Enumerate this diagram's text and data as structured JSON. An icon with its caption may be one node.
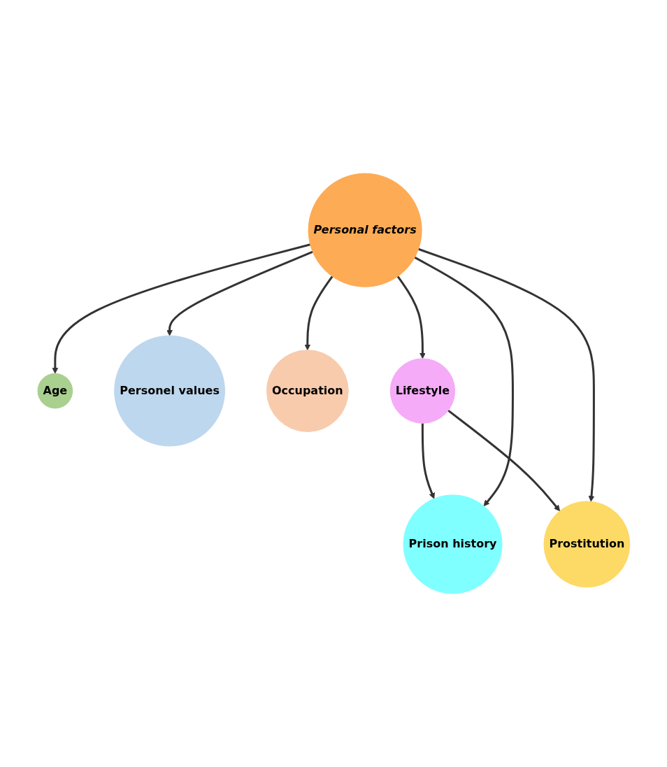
{
  "diagram": {
    "nodes": [
      {
        "text": [
          "Lifestyle"
        ]
      },
      {
        "text": [
          "Prison history"
        ]
      },
      {
        "text": [
          "Prostitution"
        ]
      },
      {
        "text": [
          "Personal factors"
        ]
      },
      {
        "text": [
          "Age"
        ]
      },
      {
        "text": [
          "Occupation"
        ]
      },
      {
        "text": [
          "Personel values"
        ]
      }
    ],
    "edges": [
      {
        "from": 3,
        "to": 0,
        "arrow": "to"
      },
      {
        "from": 0,
        "to": 1,
        "arrow": "to"
      },
      {
        "from": 0,
        "to": 2,
        "arrow": "to"
      },
      {
        "from": 3,
        "to": 1,
        "arrow": "to"
      },
      {
        "from": 3,
        "to": 2,
        "arrow": "to"
      },
      {
        "from": 3,
        "to": 4,
        "arrow": "to"
      },
      {
        "from": 3,
        "to": 5,
        "arrow": "to"
      },
      {
        "from": 3,
        "to": 6,
        "arrow": "to"
      }
    ]
  }
}
